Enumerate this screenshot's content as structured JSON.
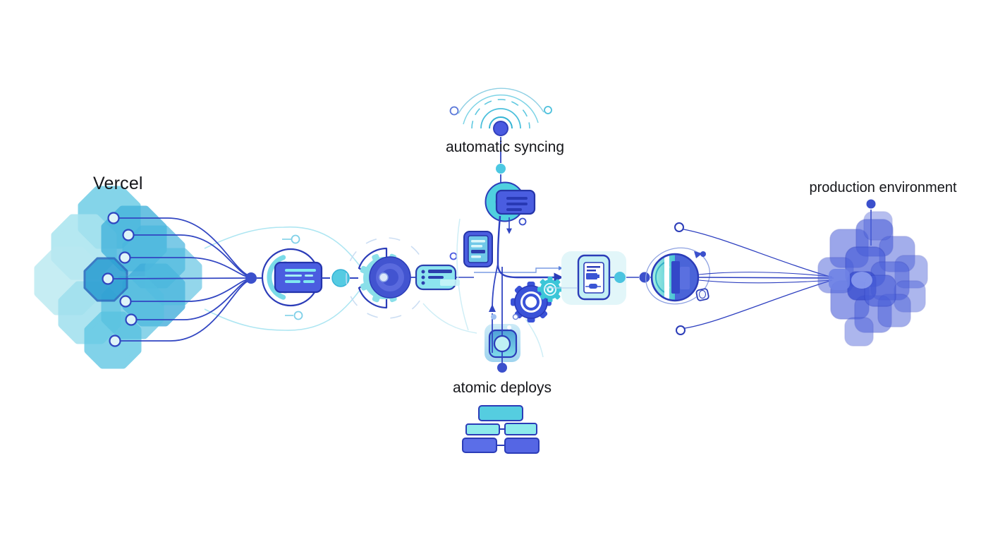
{
  "illustration": {
    "background": "#ffffff",
    "labels": {
      "source": "Vercel",
      "syncing": "automatic syncing",
      "deploys": "atomic deploys",
      "production": "production environment"
    },
    "icons": [
      "hexagon-source-cluster-icon",
      "code-commit-card-icon",
      "build-wheel-icon",
      "checklist-card-icon",
      "wifi-sync-icon",
      "message-card-icon",
      "document-card-icon",
      "gear-icon",
      "small-gear-icon",
      "package-box-icon",
      "block-stack-icon",
      "preview-document-card-icon",
      "globe-sphere-icon",
      "orbit-cube-icon",
      "production-cluster-icon"
    ],
    "colors": {
      "flow_line": "#3246c2",
      "accent_blue": "#4a5de0",
      "teal": "#4ac4e0",
      "light_teal": "#9ae2ef",
      "cluster_blue": "#4a5fd9",
      "text": "#15161a"
    }
  }
}
